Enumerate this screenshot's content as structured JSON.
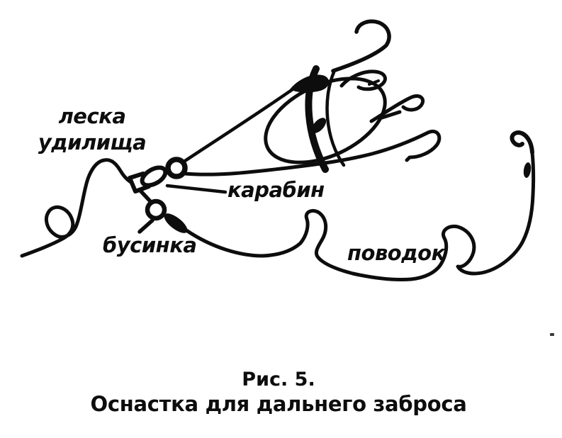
{
  "page": {
    "background": "#ffffff",
    "ink_color": "#0d0d0d"
  },
  "labels": {
    "rod_line_word1": "леска",
    "rod_line_word2": "удилища",
    "carabiner": "карабин",
    "bead": "бусинка",
    "leader": "поводок"
  },
  "caption": {
    "number": "Рис. 5.",
    "title": "Оснастка для дальнего заброса"
  }
}
